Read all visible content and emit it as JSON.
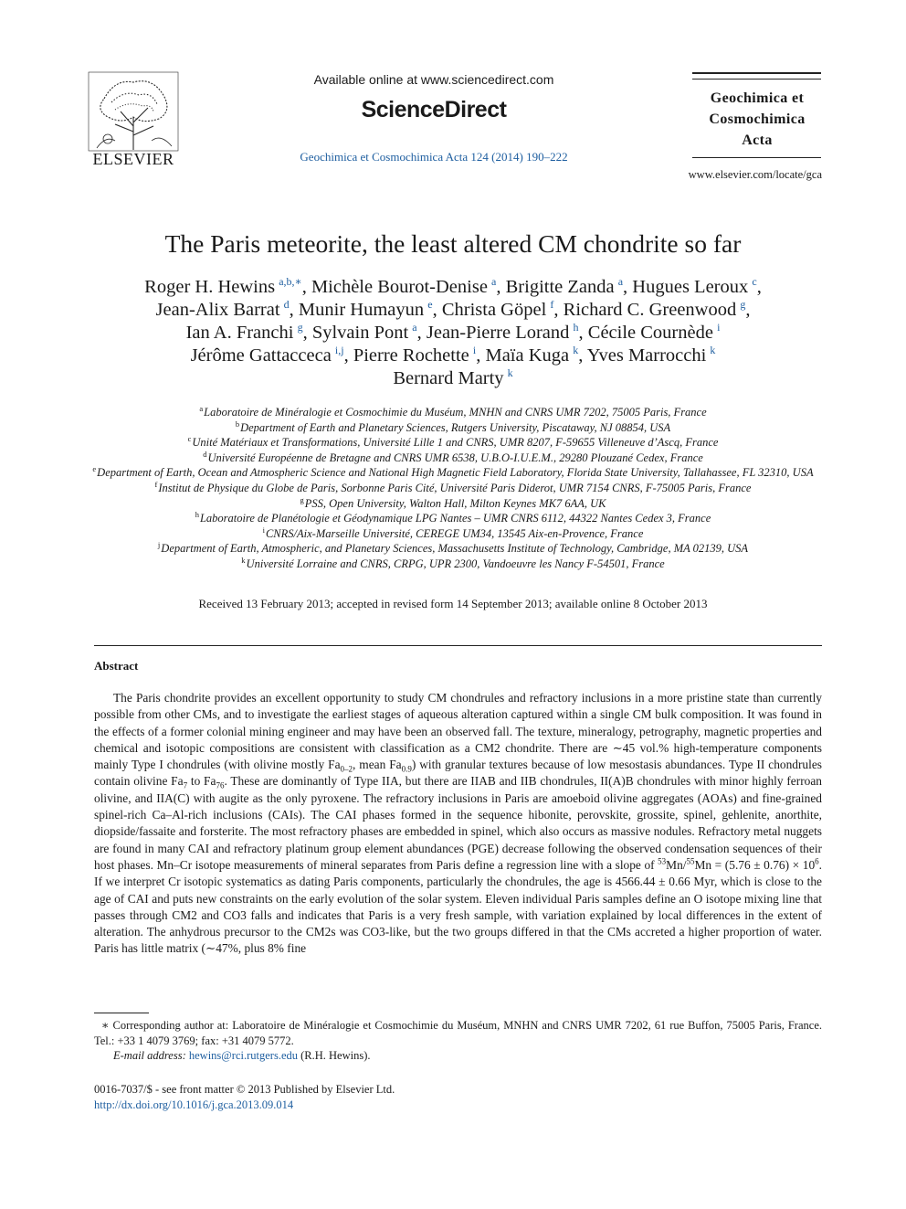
{
  "header": {
    "publisher_logo_text": "ELSEVIER",
    "available_online": "Available online at www.sciencedirect.com",
    "platform": "ScienceDirect",
    "citation": "Geochimica et Cosmochimica Acta 124 (2014) 190–222",
    "journal_title_lines": [
      "Geochimica et",
      "Cosmochimica",
      "Acta"
    ],
    "journal_url": "www.elsevier.com/locate/gca"
  },
  "article": {
    "title": "The Paris meteorite, the least altered CM chondrite so far",
    "authors": [
      {
        "name": "Roger H. Hewins",
        "sup": "a,b,∗",
        "sep": ", "
      },
      {
        "name": "Michèle Bourot-Denise",
        "sup": "a",
        "sep": ", "
      },
      {
        "name": "Brigitte Zanda",
        "sup": "a",
        "sep": ", "
      },
      {
        "name": "Hugues Leroux",
        "sup": "c",
        "sep": ","
      },
      {
        "name": "Jean-Alix Barrat",
        "sup": "d",
        "sep": ", "
      },
      {
        "name": "Munir Humayun",
        "sup": "e",
        "sep": ", "
      },
      {
        "name": "Christa Göpel",
        "sup": "f",
        "sep": ", "
      },
      {
        "name": "Richard C. Greenwood",
        "sup": "g",
        "sep": ","
      },
      {
        "name": "Ian A. Franchi",
        "sup": "g",
        "sep": ", "
      },
      {
        "name": "Sylvain Pont",
        "sup": "a",
        "sep": ", "
      },
      {
        "name": "Jean-Pierre Lorand",
        "sup": "h",
        "sep": ", "
      },
      {
        "name": "Cécile Cournède",
        "sup": "i",
        "sep": ""
      },
      {
        "name": "Jérôme Gattacceca",
        "sup": "i,j",
        "sep": ", "
      },
      {
        "name": "Pierre Rochette",
        "sup": "i",
        "sep": ", "
      },
      {
        "name": "Maïa Kuga",
        "sup": "k",
        "sep": ", "
      },
      {
        "name": "Yves Marrocchi",
        "sup": "k",
        "sep": ""
      },
      {
        "name": "Bernard Marty",
        "sup": "k",
        "sep": ""
      }
    ],
    "affiliations": [
      {
        "key": "a",
        "text": "Laboratoire de Minéralogie et Cosmochimie du Muséum, MNHN and CNRS UMR 7202, 75005 Paris, France"
      },
      {
        "key": "b",
        "text": "Department of Earth and Planetary Sciences, Rutgers University, Piscataway, NJ 08854, USA"
      },
      {
        "key": "c",
        "text": "Unité Matériaux et Transformations, Université Lille 1 and CNRS, UMR 8207, F-59655 Villeneuve d’Ascq, France"
      },
      {
        "key": "d",
        "text": "Université Européenne de Bretagne and CNRS UMR 6538, U.B.O-I.U.E.M., 29280 Plouzané Cedex, France"
      },
      {
        "key": "e",
        "text": "Department of Earth, Ocean and Atmospheric Science and National High Magnetic Field Laboratory, Florida State University, Tallahassee, FL 32310, USA"
      },
      {
        "key": "f",
        "text": "Institut de Physique du Globe de Paris, Sorbonne Paris Cité, Université Paris Diderot, UMR 7154 CNRS, F-75005 Paris, France"
      },
      {
        "key": "g",
        "text": "PSS, Open University, Walton Hall, Milton Keynes MK7 6AA, UK"
      },
      {
        "key": "h",
        "text": "Laboratoire de Planétologie et Géodynamique LPG Nantes – UMR CNRS 6112, 44322 Nantes Cedex 3, France"
      },
      {
        "key": "i",
        "text": "CNRS/Aix-Marseille Université, CEREGE UM34, 13545 Aix-en-Provence, France"
      },
      {
        "key": "j",
        "text": "Department of Earth, Atmospheric, and Planetary Sciences, Massachusetts Institute of Technology, Cambridge, MA 02139, USA"
      },
      {
        "key": "k",
        "text": "Université Lorraine and CNRS, CRPG, UPR 2300, Vandoeuvre les Nancy F-54501, France"
      }
    ],
    "received": "Received 13 February 2013; accepted in revised form 14 September 2013; available online 8 October 2013"
  },
  "abstract": {
    "heading": "Abstract",
    "s1": "The Paris chondrite provides an excellent opportunity to study CM chondrules and refractory inclusions in a more pristine state than currently possible from other CMs, and to investigate the earliest stages of aqueous alteration captured within a single CM bulk composition. It was found in the effects of a former colonial mining engineer and may have been an observed fall. The texture, mineralogy, petrography, magnetic properties and chemical and isotopic compositions are consistent with classification as a CM2 chondrite. There are ∼45 vol.% high-temperature components mainly Type I chondrules (with olivine mostly Fa",
    "sub1": "0–2",
    "s2": ", mean Fa",
    "sub2": "0.9",
    "s3": ") with granular textures because of low mesostasis abundances. Type II chondrules contain olivine Fa",
    "sub3": "7",
    "s4": " to Fa",
    "sub4": "76",
    "s5": ". These are dominantly of Type IIA, but there are IIAB and IIB chondrules, II(A)B chondrules with minor highly ferroan olivine, and IIA(C) with augite as the only pyroxene. The refractory inclusions in Paris are amoeboid olivine aggregates (AOAs) and fine-grained spinel-rich Ca–Al-rich inclusions (CAIs). The CAI phases formed in the sequence hibonite, perovskite, grossite, spinel, gehlenite, anorthite, diopside/fassaite and forsterite. The most refractory phases are embedded in spinel, which also occurs as massive nodules. Refractory metal nuggets are found in many CAI and refractory platinum group element abundances (PGE) decrease following the observed condensation sequences of their host phases. Mn–Cr isotope measurements of mineral separates from Paris define a regression line with a slope of ",
    "sup1": "53",
    "s6": "Mn/",
    "sup2": "55",
    "s7": "Mn = (5.76 ± 0.76) × 10",
    "sup3": "6",
    "s8": ". If we interpret Cr isotopic systematics as dating Paris components, particularly the chondrules, the age is 4566.44 ± 0.66 Myr, which is close to the age of CAI and puts new constraints on the early evolution of the solar system. Eleven individual Paris samples define an O isotope mixing line that passes through CM2 and CO3 falls and indicates that Paris is a very fresh sample, with variation explained by local differences in the extent of alteration. The anhydrous precursor to the CM2s was CO3-like, but the two groups differed in that the CMs accreted a higher proportion of water. Paris has little matrix (∼47%, plus 8% fine"
  },
  "footnote": {
    "marker": "∗",
    "corresponding": " Corresponding author at: Laboratoire de Minéralogie et Cosmochimie du Muséum, MNHN and CNRS UMR 7202, 61 rue Buffon, 75005 Paris, France. Tel.: +33 1 4079 3769; fax: +31 4079 5772.",
    "email_label": "E-mail address:",
    "email": "hewins@rci.rutgers.edu",
    "email_suffix": " (R.H. Hewins)."
  },
  "front_matter": {
    "issn_line": "0016-7037/$ - see front matter © 2013 Published by Elsevier Ltd.",
    "doi": "http://dx.doi.org/10.1016/j.gca.2013.09.014"
  }
}
